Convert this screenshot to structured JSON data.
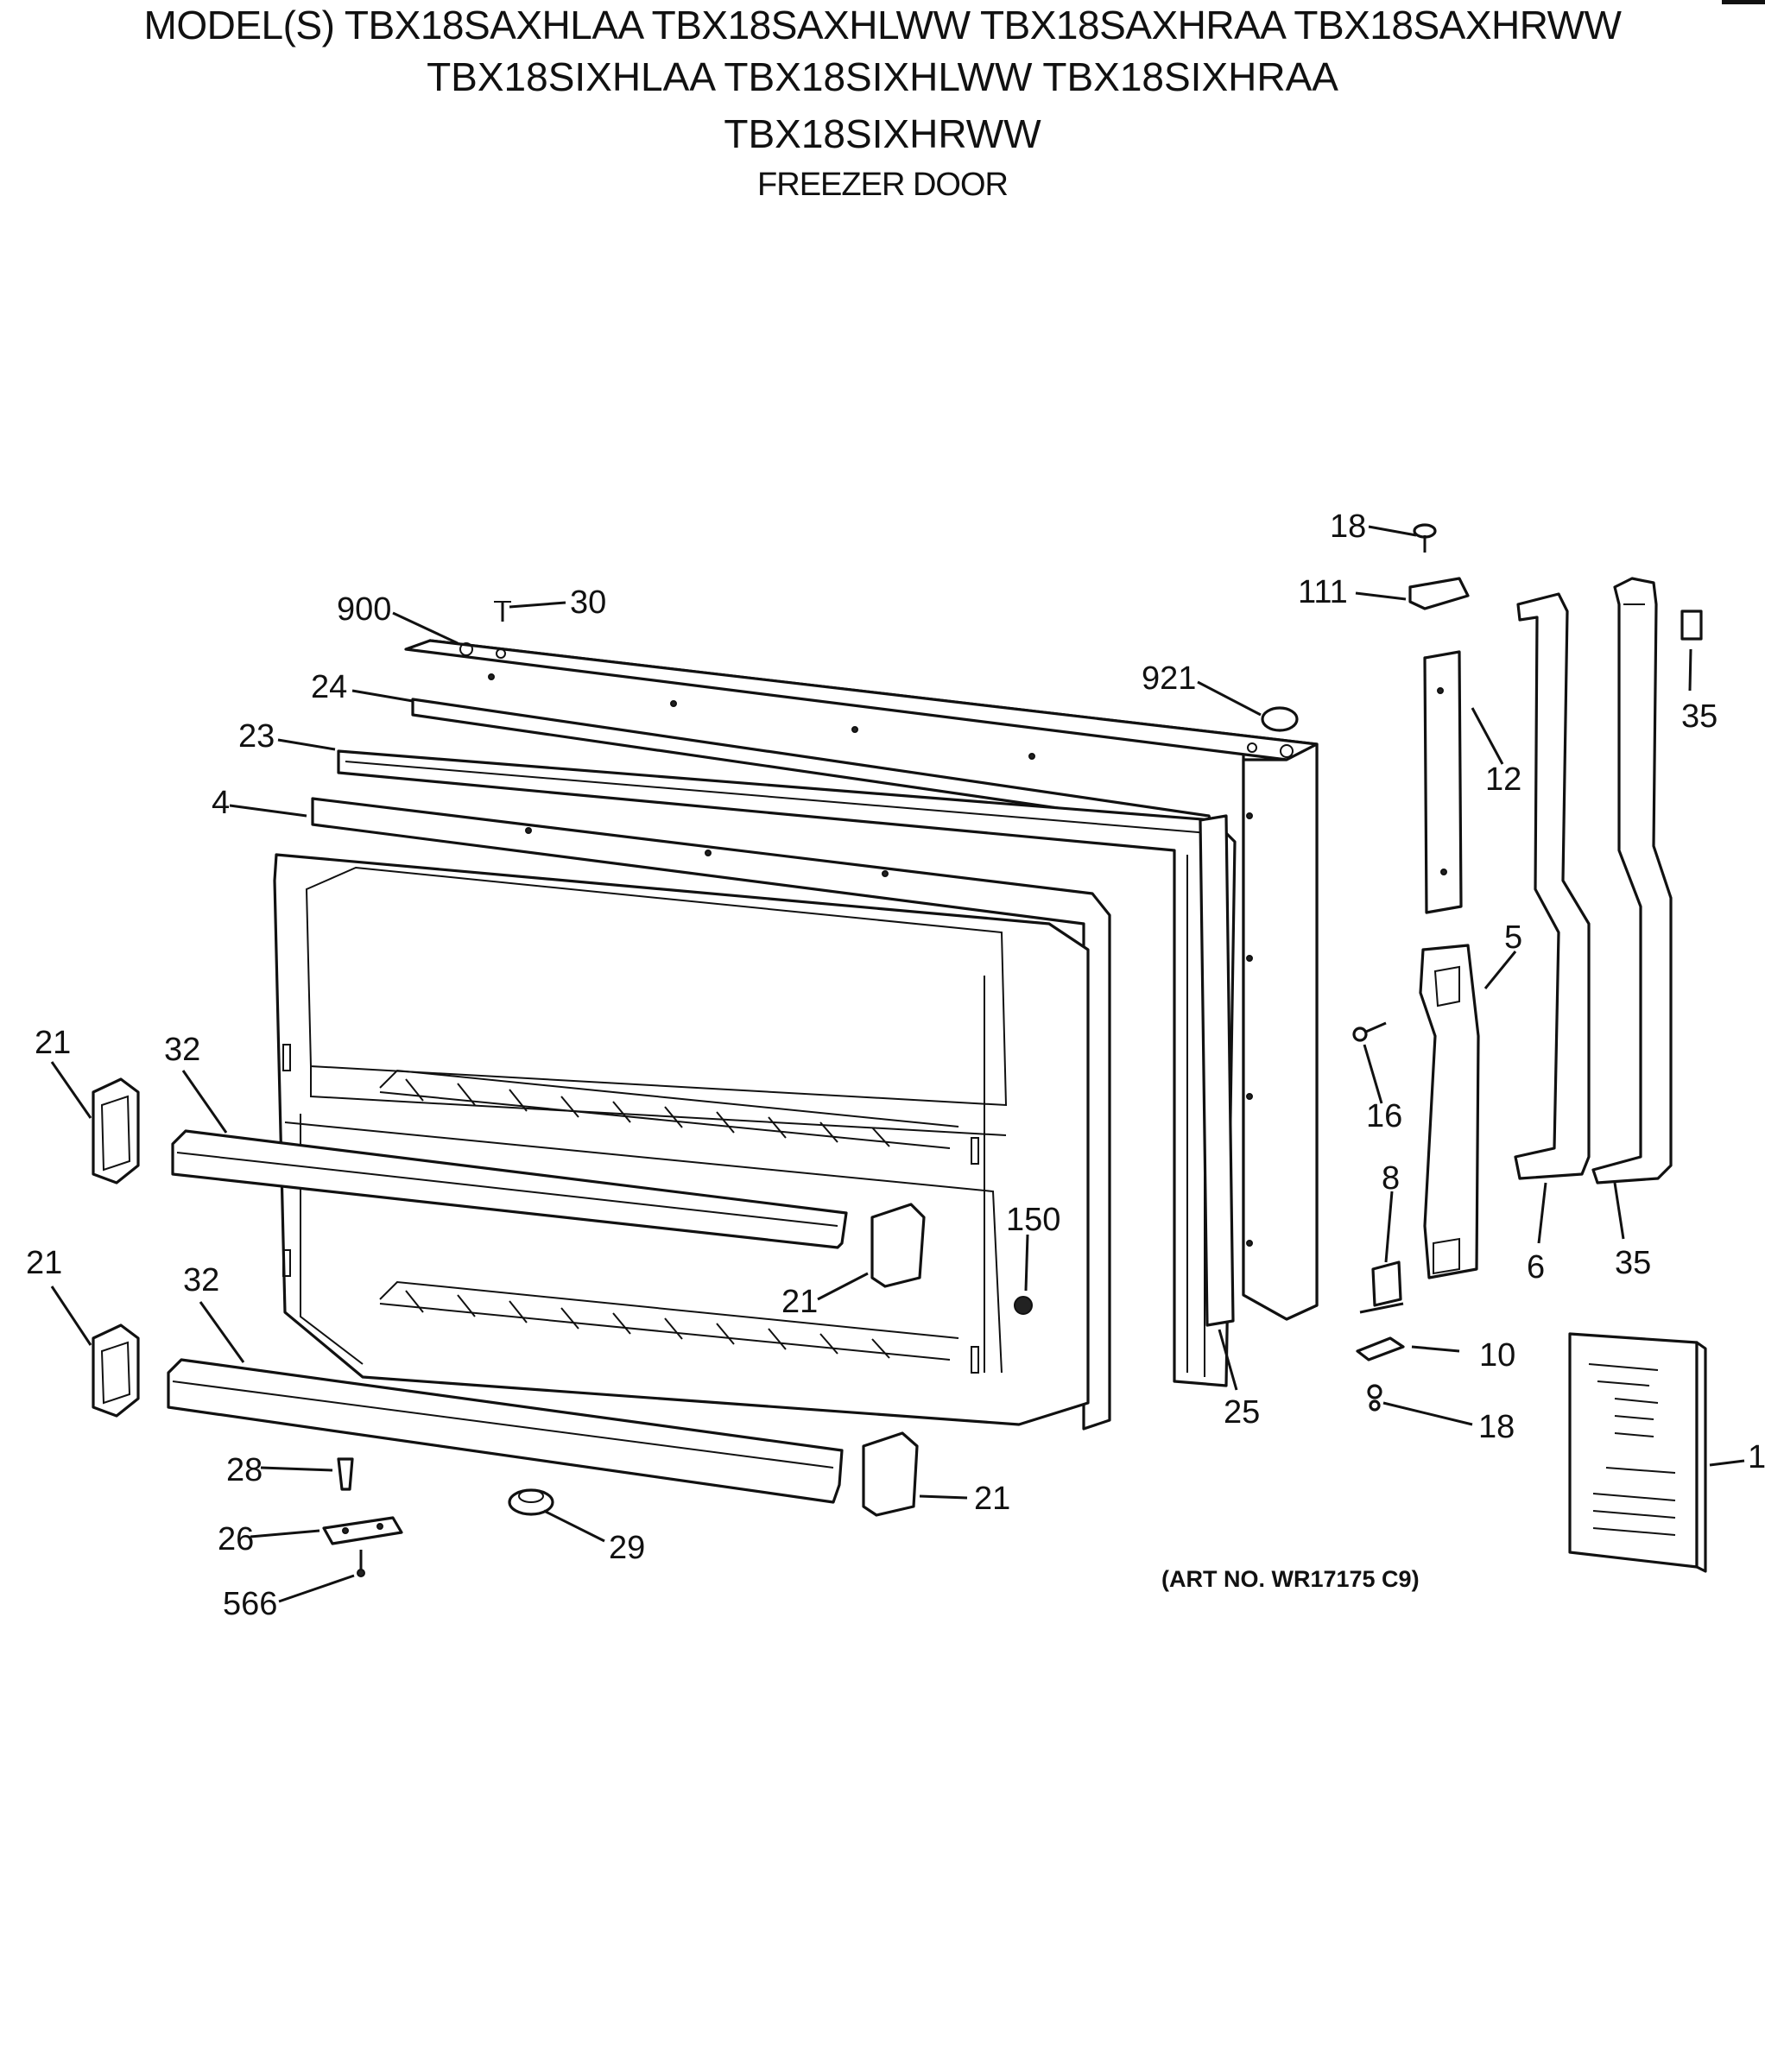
{
  "header": {
    "line1": "MODEL(S) TBX18SAXHLAA  TBX18SAXHLWW  TBX18SAXHRAA  TBX18SAXHRWW",
    "line2": "TBX18SIXHLAA  TBX18SIXHLWW  TBX18SIXHRAA",
    "line3": "TBX18SIXHRWW",
    "subtitle": "FREEZER DOOR"
  },
  "art_number": "(ART NO. WR17175 C9)",
  "callouts": {
    "c18a": "18",
    "c111": "111",
    "c900": "900",
    "c30": "30",
    "c921": "921",
    "c24": "24",
    "c23": "23",
    "c4": "4",
    "c35a": "35",
    "c12": "12",
    "c5": "5",
    "c21a": "21",
    "c32a": "32",
    "c16": "16",
    "c8": "8",
    "c150": "150",
    "c21b": "21",
    "c21c": "21",
    "c32b": "32",
    "c6": "6",
    "c35b": "35",
    "c10": "10",
    "c25": "25",
    "c18b": "18",
    "c1": "1",
    "c28": "28",
    "c21d": "21",
    "c26": "26",
    "c29": "29",
    "c566": "566"
  }
}
